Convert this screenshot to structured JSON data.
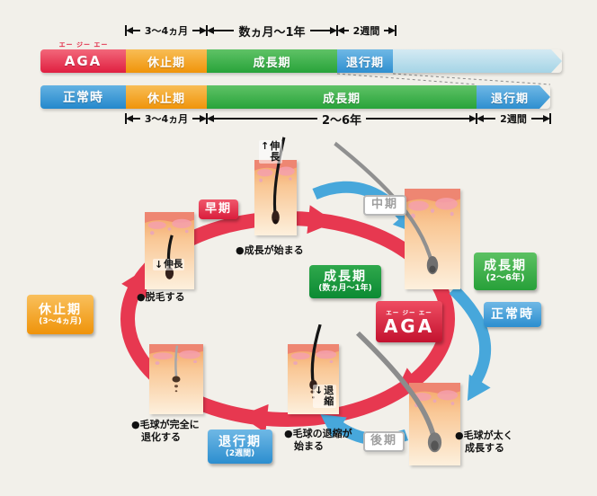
{
  "timeline": {
    "top_arrows": [
      "3〜4ヵ月",
      "数ヵ月〜1年",
      "2週間"
    ],
    "bottom_arrows": [
      "3〜4ヵ月",
      "2〜6年",
      "2週間"
    ],
    "aga_row": {
      "ruby": "エー ジー エー",
      "label": "AGA",
      "rest": "休止期",
      "growth": "成長期",
      "regression": "退行期"
    },
    "normal_row": {
      "label": "正常時",
      "rest": "休止期",
      "growth": "成長期",
      "regression": "退行期"
    }
  },
  "cycle": {
    "early_label": "早期",
    "middle_label": "中期",
    "late_label": "後期",
    "growth_aga": {
      "title": "成長期",
      "sub": "(数ヵ月〜1年)"
    },
    "growth_normal": {
      "title": "成長期",
      "sub": "(2〜6年)"
    },
    "normal_label": "正常時",
    "aga": {
      "ruby": "エー ジー エー",
      "label": "AGA"
    },
    "rest": {
      "title": "休止期",
      "sub": "(3〜4ヵ月)"
    },
    "regression": {
      "title": "退行期",
      "sub": "(2週間)"
    },
    "notes": {
      "growth_starts": "●成長が始まる",
      "shedding": "●脱毛する",
      "bulb_degenerates": "●毛球が完全に\n退化する",
      "bulb_shrinks": "●毛球の退縮が\n始まる",
      "bulb_thickens": "●毛球が太く\n成長する",
      "elongation": "伸長",
      "shrinkage": "退縮"
    }
  },
  "icons": {
    "up_arrow": "↑",
    "down_arrow": "↓"
  },
  "colors": {
    "aga_red": "#e73850",
    "rest_orange": "#f0940a",
    "growth_green": "#28a33a",
    "regression_blue": "#2e8fd0",
    "normal_cycle_blue": "#47a7db",
    "tail_light_blue": "#a5d4e6"
  }
}
